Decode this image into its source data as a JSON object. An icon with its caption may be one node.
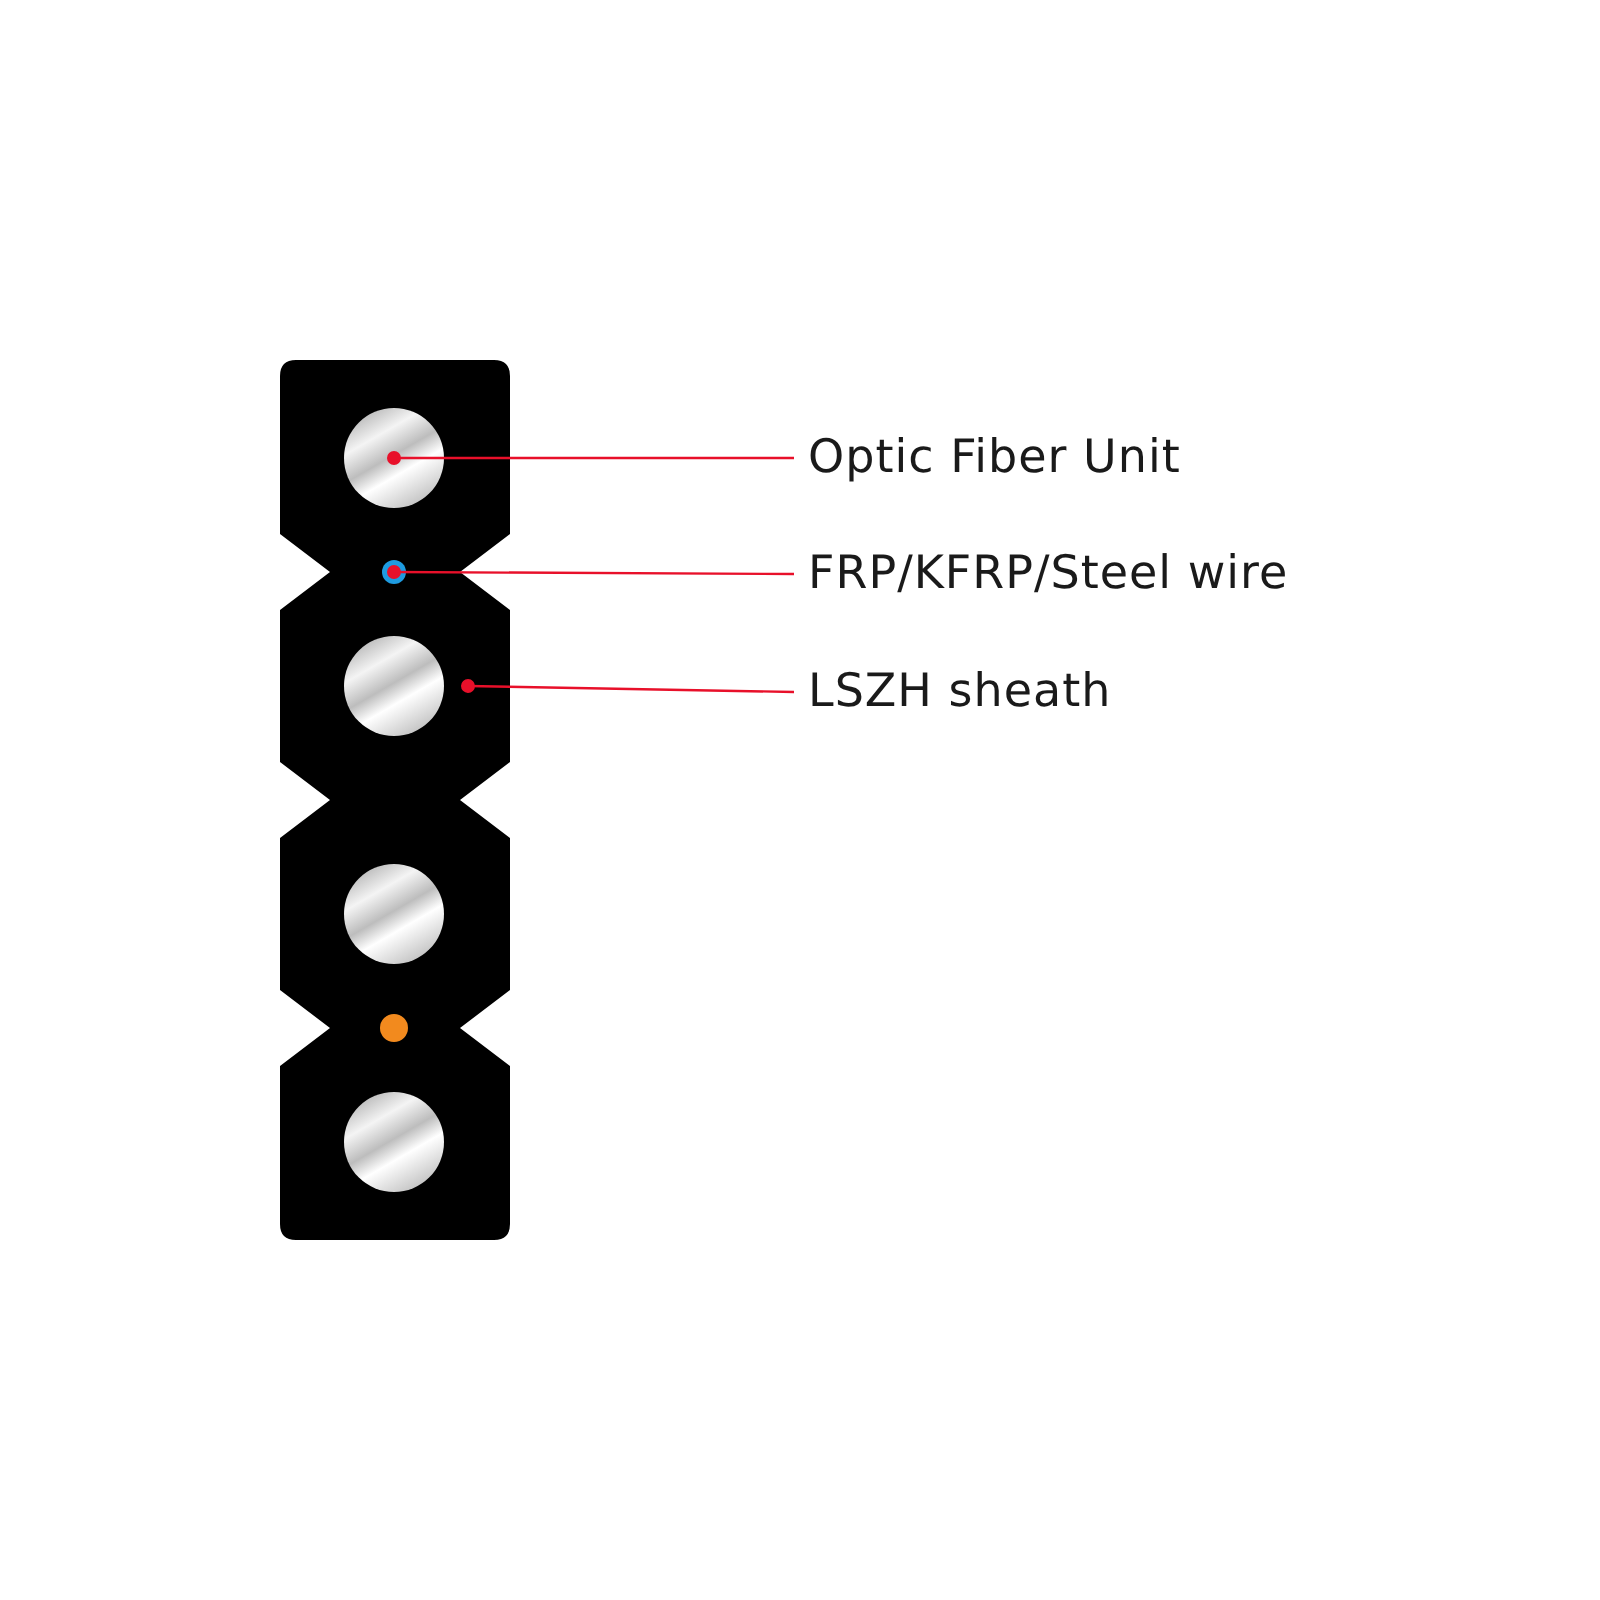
{
  "diagram": {
    "nodes": [
      {
        "text": [
          "Optic Fiber Unit"
        ]
      },
      {
        "text": [
          "FRP/KFRP/Steel wire"
        ]
      },
      {
        "text": [
          "LSZH sheath"
        ]
      },
      {
        "text": [],
        "shape": "bar"
      },
      {
        "text": [],
        "shape": "circle",
        "in": 3
      },
      {
        "text": [],
        "shape": "circle",
        "in": 3
      },
      {
        "text": [],
        "shape": "circle",
        "in": 3
      },
      {
        "text": [],
        "shape": "circle",
        "in": 3
      },
      {
        "text": [],
        "shape": "circle",
        "in": 3
      },
      {
        "text": [],
        "shape": "circle",
        "in": 3
      }
    ],
    "edges": [
      {
        "from": 0,
        "to": 4,
        "arrow": "other",
        "color": "#e8102a"
      },
      {
        "from": 1,
        "to": 5,
        "arrow": "other",
        "color": "#e8102a"
      },
      {
        "from": 2,
        "to": 3,
        "arrow": "other",
        "color": "#e8102a"
      }
    ]
  }
}
